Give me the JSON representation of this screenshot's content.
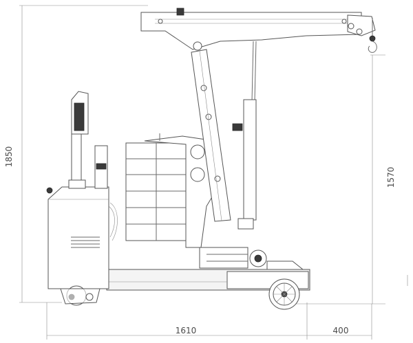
{
  "dimensions": {
    "total_height": "1850",
    "hook_height": "1570",
    "base_length": "1610",
    "overhang": "400"
  }
}
